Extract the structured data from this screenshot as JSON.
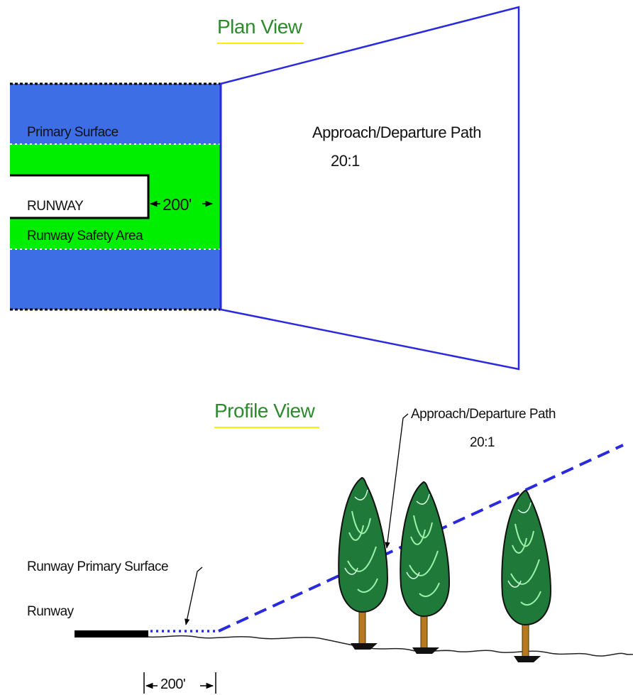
{
  "plan_view": {
    "title": "Plan View",
    "primary_surface_label": "Primary Surface",
    "runway_label": "RUNWAY",
    "dimension_label": "200'",
    "rsa_label": "Runway Safety Area",
    "path_label": "Approach/Departure Path",
    "ratio_label": "20:1"
  },
  "profile_view": {
    "title": "Profile View",
    "path_label": "Approach/Departure Path",
    "ratio_label": "20:1",
    "primary_surface_label": "Runway Primary Surface",
    "runway_label": "Runway",
    "dimension_label": "200'"
  },
  "colors": {
    "primary_surface": "#3d6ee6",
    "safety_area": "#00ee00",
    "path_line": "#2929dd",
    "title_text": "#2d8a2d",
    "title_underline": "#ffee00",
    "tree_foliage": "#1f7a3a",
    "tree_trunk": "#b7791f"
  },
  "icons": [
    "tree-icon",
    "tree-icon",
    "tree-icon"
  ]
}
